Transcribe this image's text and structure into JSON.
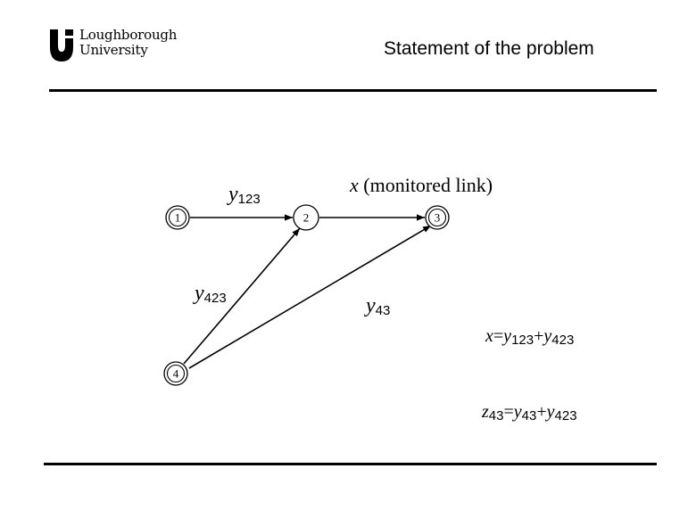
{
  "header": {
    "logo_line1": "Loughborough",
    "logo_line2": "University",
    "title": "Statement of the problem"
  },
  "nodes": [
    {
      "id": "1",
      "label": "1"
    },
    {
      "id": "2",
      "label": "2"
    },
    {
      "id": "3",
      "label": "3"
    },
    {
      "id": "4",
      "label": "4"
    }
  ],
  "edge_labels": {
    "y123": {
      "var": "y",
      "sub": "123"
    },
    "x_link": {
      "var": "x",
      "text": " (monitored link)"
    },
    "y423": {
      "var": "y",
      "sub": "423"
    },
    "y43": {
      "var": "y",
      "sub": "43"
    }
  },
  "equations": {
    "eq1": {
      "lhs": "x",
      "op": "=",
      "t1": "y",
      "t1_sub": "123",
      "plus": "+",
      "t2": "y",
      "t2_sub": "423"
    },
    "eq2": {
      "lhs": "z",
      "lhs_sub": "43",
      "op": "=",
      "t1": "y",
      "t1_sub": "43",
      "plus": "+",
      "t2": "y",
      "t2_sub": "423"
    }
  }
}
